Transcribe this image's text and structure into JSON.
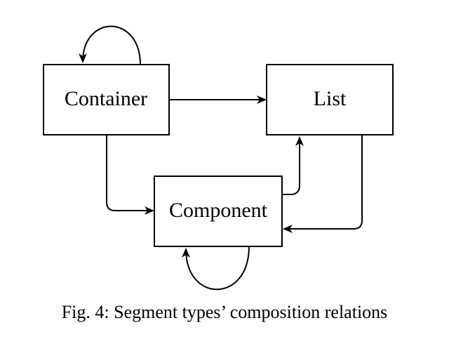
{
  "diagram": {
    "nodes": {
      "container": "Container",
      "list": "List",
      "component": "Component"
    },
    "edges": [
      {
        "from": "Container",
        "to": "Container"
      },
      {
        "from": "Container",
        "to": "List"
      },
      {
        "from": "Container",
        "to": "Component"
      },
      {
        "from": "Component",
        "to": "List"
      },
      {
        "from": "List",
        "to": "Component"
      },
      {
        "from": "Component",
        "to": "Component"
      }
    ]
  },
  "caption": {
    "text": "Fig. 4: Segment types’ composition relations"
  }
}
